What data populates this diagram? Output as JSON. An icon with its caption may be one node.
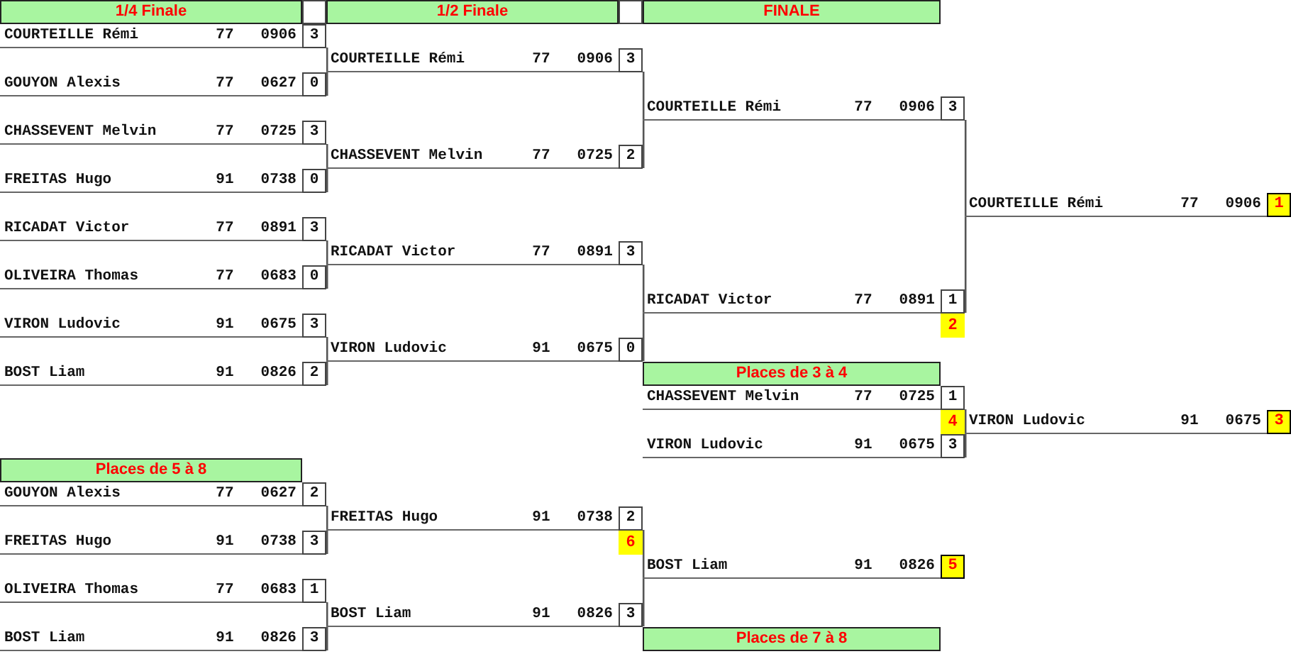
{
  "diagram": {
    "nodes": [
      {
        "text": [
          "1/4 Finale"
        ]
      },
      {
        "text": [],
        "shape": "box"
      },
      {
        "text": [
          "1/2 Finale"
        ]
      },
      {
        "text": [],
        "shape": "box"
      },
      {
        "text": [
          "FINALE"
        ]
      },
      {
        "text": [
          "COURTEILLE Rémi",
          "77",
          "0906"
        ]
      },
      {
        "text": [
          "3"
        ],
        "in": 5
      },
      {
        "text": [
          "COURTEILLE Rémi",
          "77",
          "0906"
        ]
      },
      {
        "text": [
          "3"
        ],
        "in": 7
      },
      {
        "text": [
          "GOUYON Alexis",
          "77",
          "0627"
        ]
      },
      {
        "text": [
          "0"
        ],
        "in": 9
      },
      {
        "text": [
          "COURTEILLE Rémi",
          "77",
          "0906"
        ]
      },
      {
        "text": [
          "3"
        ],
        "in": 11
      },
      {
        "text": [
          "CHASSEVENT Melvin",
          "77",
          "0725"
        ]
      },
      {
        "text": [
          "3"
        ],
        "in": 13
      },
      {
        "text": [
          "CHASSEVENT Melvin",
          "77",
          "0725"
        ]
      },
      {
        "text": [
          "2"
        ],
        "in": 15
      },
      {
        "text": [
          "FREITAS Hugo",
          "91",
          "0738"
        ]
      },
      {
        "text": [
          "0"
        ],
        "in": 17
      },
      {
        "text": [
          "COURTEILLE Rémi",
          "77",
          "0906"
        ]
      },
      {
        "text": [
          "1"
        ],
        "in": 19
      },
      {
        "text": [
          "RICADAT Victor",
          "77",
          "0891"
        ]
      },
      {
        "text": [
          "3"
        ],
        "in": 21
      },
      {
        "text": [
          "RICADAT Victor",
          "77",
          "0891"
        ]
      },
      {
        "text": [
          "3"
        ],
        "in": 23
      },
      {
        "text": [
          "OLIVEIRA Thomas",
          "77",
          "0683"
        ]
      },
      {
        "text": [
          "0"
        ],
        "in": 25
      },
      {
        "text": [
          "RICADAT Victor",
          "77",
          "0891"
        ]
      },
      {
        "text": [
          "1"
        ],
        "in": 27
      },
      {
        "text": [
          "VIRON Ludovic",
          "91",
          "0675"
        ]
      },
      {
        "text": [
          "3"
        ],
        "in": 29
      },
      {
        "text": [
          "2"
        ]
      },
      {
        "text": [
          "VIRON Ludovic",
          "91",
          "0675"
        ]
      },
      {
        "text": [
          "0"
        ],
        "in": 32
      },
      {
        "text": [
          "BOST Liam",
          "91",
          "0826"
        ]
      },
      {
        "text": [
          "2"
        ],
        "in": 34
      },
      {
        "text": [
          "Places de 3 à 4"
        ]
      },
      {
        "text": [
          "CHASSEVENT Melvin",
          "77",
          "0725"
        ]
      },
      {
        "text": [
          "1"
        ],
        "in": 37
      },
      {
        "text": [
          "4"
        ]
      },
      {
        "text": [
          "VIRON Ludovic",
          "91",
          "0675"
        ]
      },
      {
        "text": [
          "3"
        ],
        "in": 40
      },
      {
        "text": [
          "VIRON Ludovic",
          "91",
          "0675"
        ]
      },
      {
        "text": [
          "3"
        ],
        "in": 42
      },
      {
        "text": [
          "Places de 5 à 8"
        ]
      },
      {
        "text": [
          "GOUYON Alexis",
          "77",
          "0627"
        ]
      },
      {
        "text": [
          "2"
        ],
        "in": 45
      },
      {
        "text": [
          "FREITAS Hugo",
          "91",
          "0738"
        ]
      },
      {
        "text": [
          "2"
        ],
        "in": 47
      },
      {
        "text": [
          "FREITAS Hugo",
          "91",
          "0738"
        ]
      },
      {
        "text": [
          "3"
        ],
        "in": 49
      },
      {
        "text": [
          "6"
        ]
      },
      {
        "text": [
          "BOST Liam",
          "91",
          "0826"
        ]
      },
      {
        "text": [
          "5"
        ],
        "in": 52
      },
      {
        "text": [
          "OLIVEIRA Thomas",
          "77",
          "0683"
        ]
      },
      {
        "text": [
          "1"
        ],
        "in": 54
      },
      {
        "text": [
          "BOST Liam",
          "91",
          "0826"
        ]
      },
      {
        "text": [
          "3"
        ],
        "in": 56
      },
      {
        "text": [
          "BOST Liam",
          "91",
          "0826"
        ]
      },
      {
        "text": [
          "3"
        ],
        "in": 58
      },
      {
        "text": [
          "Places de 7 à 8"
        ]
      }
    ],
    "edges": [
      {
        "from": 5,
        "to": 7,
        "arrow": "none"
      },
      {
        "from": 9,
        "to": 7,
        "arrow": "none"
      },
      {
        "from": 13,
        "to": 15,
        "arrow": "none"
      },
      {
        "from": 17,
        "to": 15,
        "arrow": "none"
      },
      {
        "from": 21,
        "to": 23,
        "arrow": "none"
      },
      {
        "from": 25,
        "to": 23,
        "arrow": "none"
      },
      {
        "from": 29,
        "to": 32,
        "arrow": "none"
      },
      {
        "from": 34,
        "to": 32,
        "arrow": "none"
      },
      {
        "from": 7,
        "to": 11,
        "arrow": "none"
      },
      {
        "from": 15,
        "to": 11,
        "arrow": "none"
      },
      {
        "from": 23,
        "to": 27,
        "arrow": "none"
      },
      {
        "from": 32,
        "to": 27,
        "arrow": "none"
      },
      {
        "from": 11,
        "to": 19,
        "arrow": "none"
      },
      {
        "from": 27,
        "to": 19,
        "arrow": "none"
      },
      {
        "from": 37,
        "to": 40,
        "arrow": "none"
      },
      {
        "from": 42,
        "to": 40,
        "arrow": "none"
      },
      {
        "from": 45,
        "to": 47,
        "arrow": "none"
      },
      {
        "from": 49,
        "to": 47,
        "arrow": "none"
      },
      {
        "from": 54,
        "to": 56,
        "arrow": "none"
      },
      {
        "from": 58,
        "to": 56,
        "arrow": "none"
      },
      {
        "from": 47,
        "to": 52,
        "arrow": "none"
      },
      {
        "from": 56,
        "to": 52,
        "arrow": "none"
      }
    ]
  }
}
